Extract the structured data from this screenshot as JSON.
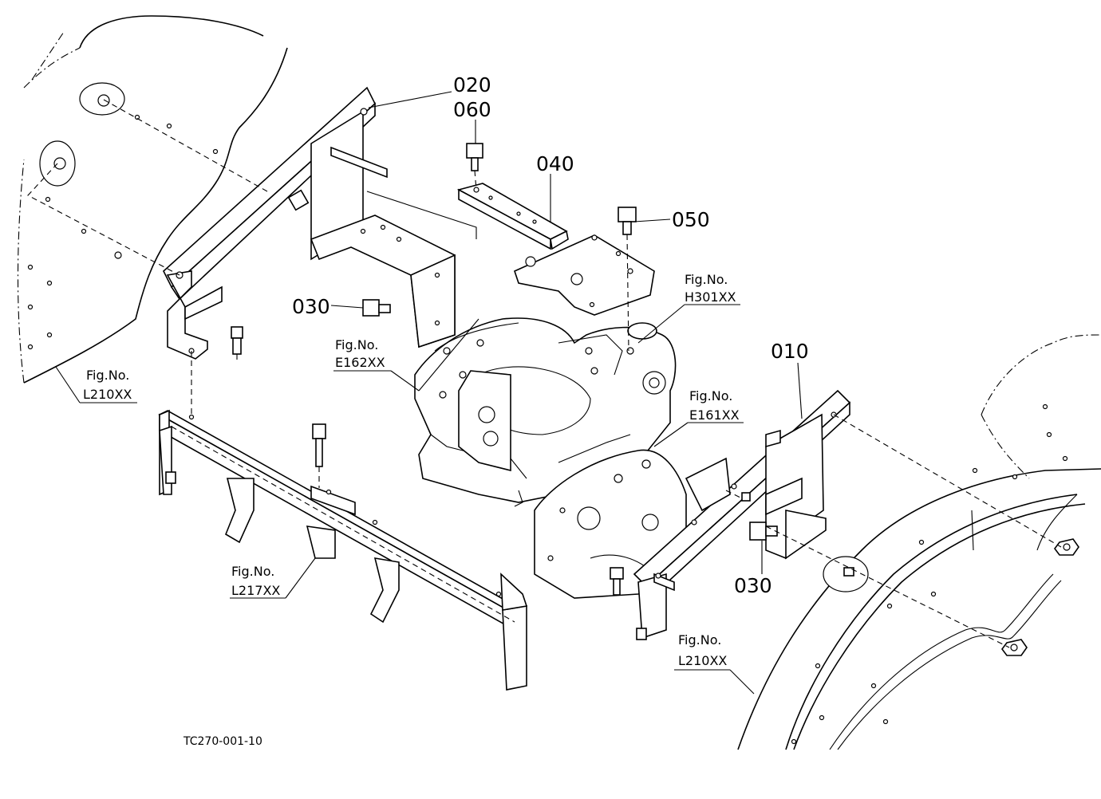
{
  "diagram": {
    "callouts": {
      "c010": "010",
      "c020": "020",
      "c030a": "030",
      "c030b": "030",
      "c040": "040",
      "c050": "050",
      "c060": "060"
    },
    "references": [
      {
        "prefix": "Fig.No.",
        "code": "H301XX"
      },
      {
        "prefix": "Fig.No.",
        "code": "E162XX"
      },
      {
        "prefix": "Fig.No.",
        "code": "E161XX"
      },
      {
        "prefix": "Fig.No.",
        "code": "L210XX"
      },
      {
        "prefix": "Fig.No.",
        "code": "L217XX"
      },
      {
        "prefix": "Fig.No.",
        "code": "L210XX"
      }
    ],
    "drawing_number": "TC270-001-10"
  }
}
